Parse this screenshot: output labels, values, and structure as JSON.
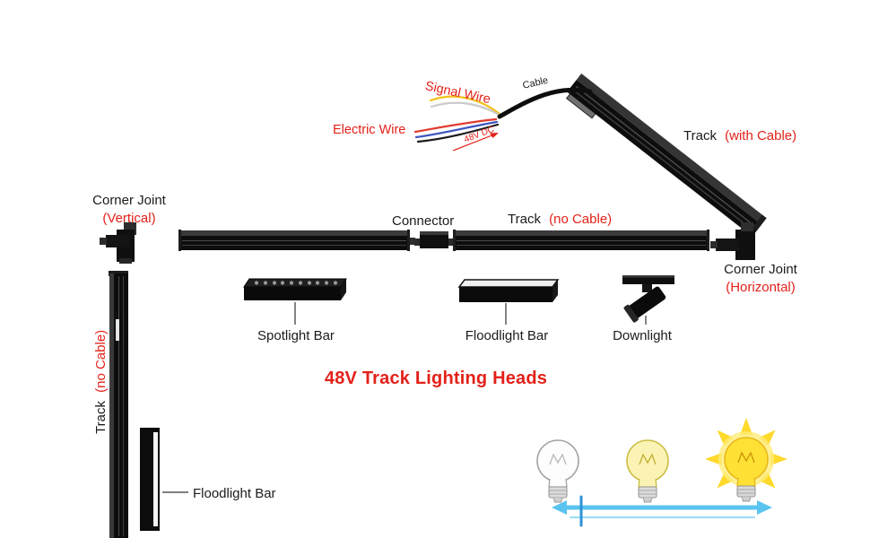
{
  "colors": {
    "accent_red": "#e32119",
    "text_black": "#1b1b1b",
    "track_black": "#0d0d0d",
    "slider_blue": "#56c3ee",
    "bulb_yellow": "#ffe135"
  },
  "wiring": {
    "signal_wire_label": "Signal Wire",
    "electric_wire_label": "Electric Wire",
    "cable_label": "Cable",
    "voltage_label": "48V DC"
  },
  "tracks": {
    "track_with_cable": {
      "name": "Track",
      "qualifier": "(with Cable)"
    },
    "track_no_cable": {
      "name": "Track",
      "qualifier": "(no Cable)"
    },
    "track_no_cable_vertical": {
      "name": "Track",
      "qualifier": "(no Cable)"
    },
    "connector_label": "Connector",
    "corner_joint_vertical": {
      "name": "Corner Joint",
      "qualifier": "(Vertical)"
    },
    "corner_joint_horizontal": {
      "name": "Corner Joint",
      "qualifier": "(Horizontal)"
    }
  },
  "heads": {
    "section_title": "48V Track Lighting Heads",
    "spotlight_bar_label": "Spotlight Bar",
    "floodlight_bar_label": "Floodlight Bar",
    "downlight_label": "Downlight",
    "floodlight_bar_vertical_label": "Floodlight Bar"
  }
}
